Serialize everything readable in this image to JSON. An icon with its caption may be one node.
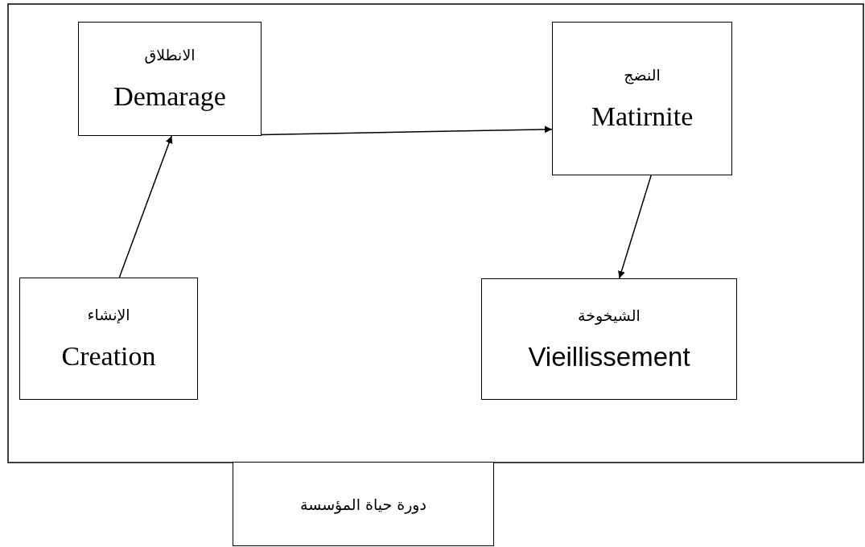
{
  "diagram": {
    "nodes": [
      {
        "text": [
          "الانطلاق",
          "Demarage"
        ]
      },
      {
        "text": [
          "النضج",
          "Matirnite"
        ]
      },
      {
        "text": [
          "الإنشاء",
          "Creation"
        ]
      },
      {
        "text": [
          "الشيخوخة",
          "Vieillissement"
        ]
      },
      {
        "text": [
          "دورة حياة المؤسسة"
        ]
      }
    ],
    "edges": [
      {
        "from": 2,
        "to": 0,
        "arrow": "to"
      },
      {
        "from": 0,
        "to": 1,
        "arrow": "to"
      },
      {
        "from": 1,
        "to": 3,
        "arrow": "to"
      }
    ]
  }
}
